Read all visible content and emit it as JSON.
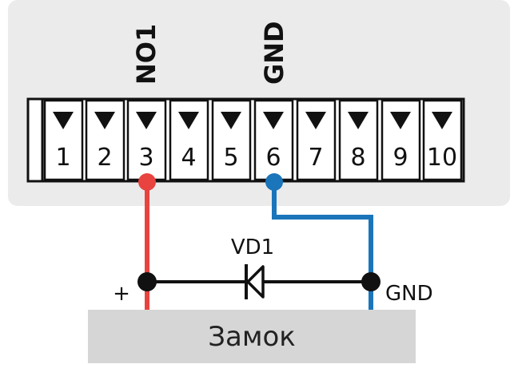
{
  "terminal": {
    "pin_labels": [
      {
        "pin": 3,
        "text": "NO1"
      },
      {
        "pin": 6,
        "text": "GND"
      }
    ],
    "terminals": [
      "1",
      "2",
      "3",
      "4",
      "5",
      "6",
      "7",
      "8",
      "9",
      "10"
    ]
  },
  "diode": {
    "label": "VD1"
  },
  "lock": {
    "label": "Замок",
    "plus_label": "+",
    "gnd_label": "GND"
  },
  "colors": {
    "panel": "#ebebeb",
    "lock_box": "#d6d6d6",
    "positive_wire": "#e8433f",
    "ground_wire": "#1a75bb",
    "line": "#111111"
  }
}
